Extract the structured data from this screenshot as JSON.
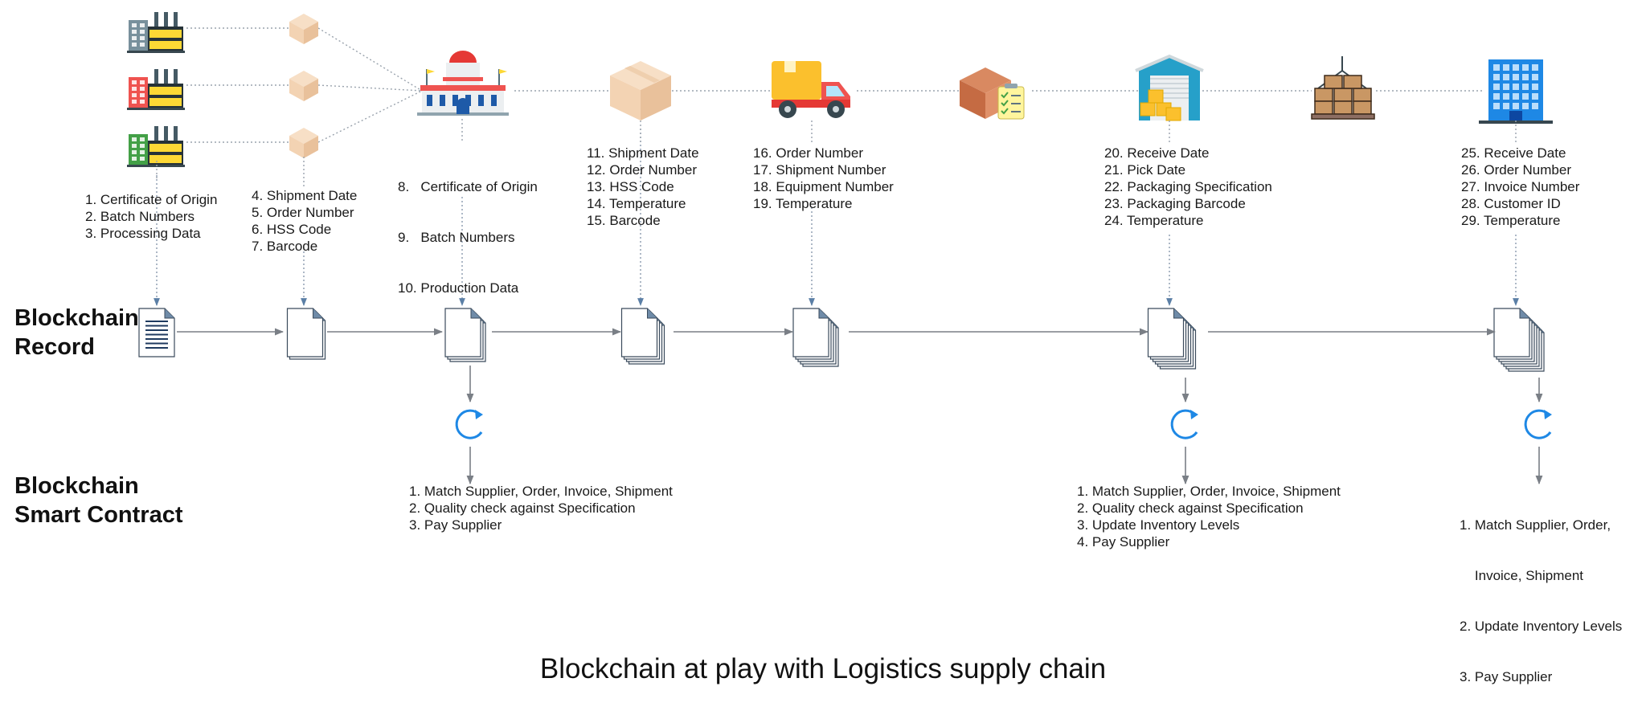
{
  "row_labels": {
    "record": [
      "Blockchain",
      "Record"
    ],
    "contract": [
      "Blockchain",
      "Smart Contract"
    ]
  },
  "stages": [
    {
      "name": "factories",
      "icon": "factory-icon",
      "fields": [
        "1. Certificate of Origin",
        "2. Batch Numbers",
        "3. Processing Data"
      ],
      "docs": 1
    },
    {
      "name": "packages",
      "icon": "package-icon",
      "fields": [
        "4. Shipment Date",
        "5. Order Number",
        "6. HSS Code",
        "7. Barcode"
      ],
      "docs": 2
    },
    {
      "name": "customs",
      "icon": "customs-building-icon",
      "fields": [
        "8.   Certificate of Origin",
        "9.   Batch Numbers",
        "10. Production Data"
      ],
      "docs": 3,
      "contract": [
        "1. Match Supplier, Order, Invoice, Shipment",
        "2. Quality check against Specification",
        "3. Pay Supplier"
      ]
    },
    {
      "name": "box",
      "icon": "cardboard-box-icon",
      "fields": [
        "11. Shipment Date",
        "12. Order Number",
        "13. HSS Code",
        "14. Temperature",
        "15. Barcode"
      ],
      "docs": 4
    },
    {
      "name": "truck",
      "icon": "delivery-truck-icon",
      "fields": [
        "16. Order Number",
        "17. Shipment Number",
        "18. Equipment Number",
        "19. Temperature"
      ],
      "docs": 5
    },
    {
      "name": "inspection",
      "icon": "box-checklist-icon",
      "fields": [],
      "docs": 0
    },
    {
      "name": "warehouse",
      "icon": "warehouse-icon",
      "fields": [
        "20. Receive Date",
        "21. Pick Date",
        "22. Packaging Specification",
        "23. Packaging Barcode",
        "24. Temperature"
      ],
      "docs": 6,
      "contract": [
        "1. Match Supplier, Order, Invoice, Shipment",
        "2. Quality check against Specification",
        "3. Update Inventory Levels",
        "4. Pay Supplier"
      ]
    },
    {
      "name": "pallet",
      "icon": "crane-pallet-icon",
      "fields": [],
      "docs": 0
    },
    {
      "name": "customer",
      "icon": "office-building-icon",
      "fields": [
        "25. Receive Date",
        "26. Order Number",
        "27. Invoice Number",
        "28. Customer ID",
        "29. Temperature"
      ],
      "docs": 7,
      "contract": [
        "1. Match Supplier, Order,",
        "    Invoice, Shipment",
        "2. Update Inventory Levels",
        "3. Pay Supplier"
      ]
    }
  ],
  "caption": "Blockchain at play with Logistics supply chain",
  "colors": {
    "connector": "#9aa3ad",
    "arrow": "#7a7f86",
    "sync": "#1e88e5",
    "doc_line": "#1f3a5f",
    "package": "#f3d3b3",
    "truck_body": "#fbc02d",
    "truck_cab": "#ef5350",
    "building_blue": "#1e88e5"
  }
}
